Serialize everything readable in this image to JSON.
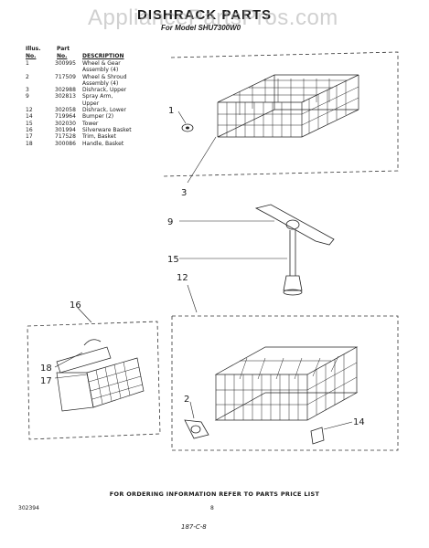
{
  "watermark": "AppliancePartsPros.com",
  "title": "DISHRACK PARTS",
  "subtitle": "For Model SHU7300W0",
  "table": {
    "headers": {
      "illus_line1": "Illus.",
      "illus_line2": "No.",
      "part_line1": "Part",
      "part_line2": "No.",
      "description": "DESCRIPTION"
    },
    "rows": [
      {
        "illus": "1",
        "part": "300995",
        "desc": "Wheel & Gear"
      },
      {
        "illus": "",
        "part": "",
        "desc": "Assembly (4)"
      },
      {
        "illus": "2",
        "part": "717509",
        "desc": "Wheel & Shroud"
      },
      {
        "illus": "",
        "part": "",
        "desc": "Assembly (4)"
      },
      {
        "illus": "3",
        "part": "302988",
        "desc": "Dishrack, Upper"
      },
      {
        "illus": "9",
        "part": "302813",
        "desc": "Spray Arm,"
      },
      {
        "illus": "",
        "part": "",
        "desc": "Upper"
      },
      {
        "illus": "12",
        "part": "302058",
        "desc": "Dishrack, Lower"
      },
      {
        "illus": "14",
        "part": "719964",
        "desc": "Bumper (2)"
      },
      {
        "illus": "15",
        "part": "302030",
        "desc": "Tower"
      },
      {
        "illus": "16",
        "part": "301994",
        "desc": "Silverware Basket"
      },
      {
        "illus": "17",
        "part": "717528",
        "desc": "Trim, Basket"
      },
      {
        "illus": "18",
        "part": "300086",
        "desc": "Handle, Basket"
      }
    ]
  },
  "callouts": {
    "c1": "1",
    "c3": "3",
    "c9": "9",
    "c15": "15",
    "c12": "12",
    "c16": "16",
    "c18": "18",
    "c17": "17",
    "c2": "2",
    "c14": "14"
  },
  "footer": "FOR ORDERING INFORMATION REFER TO PARTS PRICE LIST",
  "doc_code": "302394",
  "page_number": "8",
  "handwritten_note": "187-C-8"
}
